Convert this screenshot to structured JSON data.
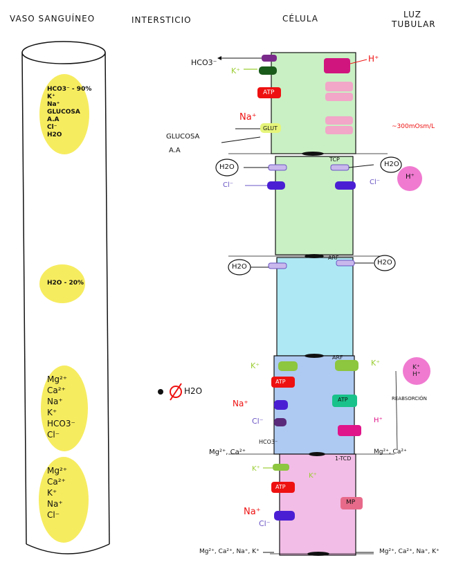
{
  "headers": {
    "vaso": "VASO SANGUÍNEO",
    "intersticio": "INTERSTICIO",
    "celula": "CÉLULA",
    "luz": "LUZ\nTUBULAR"
  },
  "vessel": {
    "box1": "HCO3⁻ - 90%\nK⁺\nNa⁺\nGLUCOSA\nA.A\nCl⁻\nH2O",
    "box2": "H2O - 20%",
    "box3": "Mg²⁺\nCa²⁺\nNa⁺\nK⁺\nHCO3⁻\nCl⁻",
    "box4": "Mg²⁺\nCa²⁺\nK⁺\nNa⁺\nCl⁻"
  },
  "interstitium": {
    "h2o_label": "H2O"
  },
  "seg1": {
    "hco3": "HCO3⁻",
    "k": "K⁺",
    "na": "Na⁺",
    "atp": "ATP",
    "glut": "GLUT",
    "glucosa": "GLUCOSA",
    "aa": "A.A",
    "hplus": "H⁺",
    "osm": "~300mOsm/L"
  },
  "seg2": {
    "h2o_left": "H2O",
    "h2o_right": "H2O",
    "tight": "TCP",
    "cl_left": "Cl⁻",
    "cl_right": "Cl⁻",
    "hplus": "H⁺"
  },
  "seg3": {
    "h2o_left": "H2O",
    "h2o_right": "H2O",
    "tight": "ARF"
  },
  "seg4": {
    "k_left": "K⁺",
    "k_right": "K⁺",
    "atp": "ATP",
    "na": "Na⁺",
    "cl": "Cl⁻",
    "hco3": "HCO3⁻",
    "atp_luminal": "ATP",
    "hplus": "H⁺",
    "mg_left": "Mg²⁺, Ca²⁺",
    "mg_right": "Mg²⁺, Ca²⁺",
    "tight": "ARF",
    "circle": "K⁺\nH⁺",
    "annot": "REABSORCIÓN"
  },
  "seg5": {
    "k_left": "K⁺",
    "k_right": "K⁺",
    "atp": "ATP",
    "na": "Na⁺",
    "cl": "Cl⁻",
    "tight": "1-TCD",
    "mp": "MP",
    "bottom_left": "Mg²⁺, Ca²⁺, Na⁺, K⁺",
    "bottom_right": "Mg²⁺, Ca²⁺, Na⁺, K⁺"
  }
}
